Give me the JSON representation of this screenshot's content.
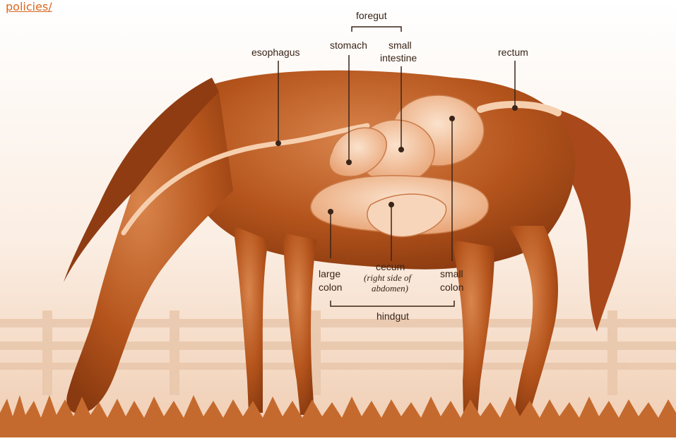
{
  "link": {
    "text": "policies/"
  },
  "labels": {
    "foregut": "foregut",
    "stomach": "stomach",
    "small_intestine_1": "small",
    "small_intestine_2": "intestine",
    "esophagus": "esophagus",
    "rectum": "rectum",
    "large_colon_1": "large",
    "large_colon_2": "colon",
    "cecum": "cecum",
    "cecum_note_1": "(right side of",
    "cecum_note_2": "abdomen)",
    "small_colon_1": "small",
    "small_colon_2": "colon",
    "hindgut": "hindgut"
  },
  "colors": {
    "horse": "#b4541c",
    "background": "#f4d9c4",
    "fence": "#e7c3a6",
    "accent": "#d9661e",
    "text": "#3a2418"
  }
}
